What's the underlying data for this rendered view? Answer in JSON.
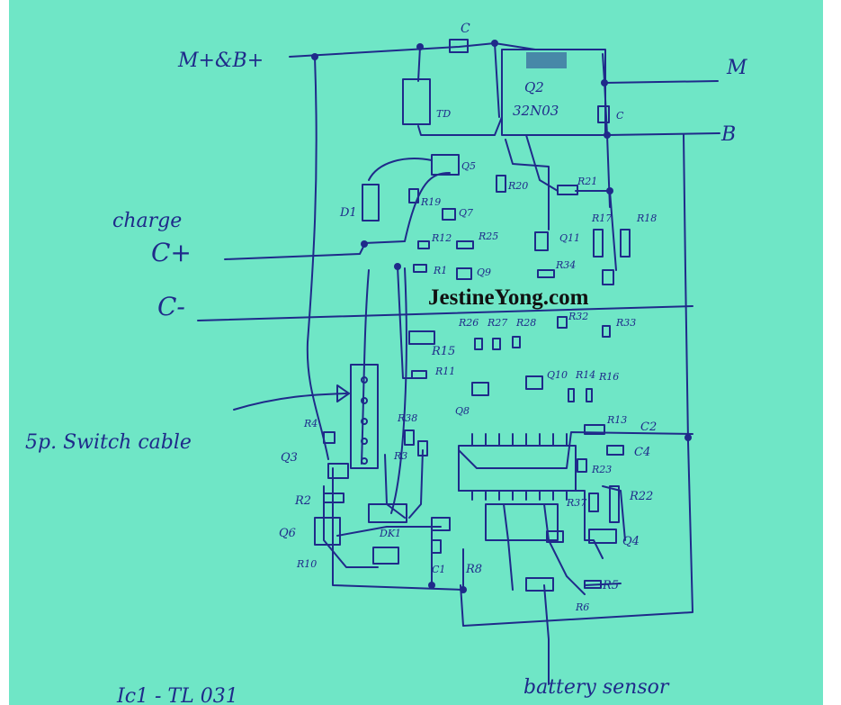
{
  "watermark": "JestineYong.com",
  "terminals": {
    "motor_battery_plus": "M+&B+",
    "m_out": "M",
    "b_out": "B",
    "charge_title": "charge",
    "charge_plus": "C+",
    "charge_minus": "C-",
    "switch_cable": "5p. Switch cable",
    "battery_sensor": "battery sensor",
    "bottom_note": "Ic1 - TL 031"
  },
  "components": {
    "C_top": "C",
    "Q2": "Q2",
    "Q2_part": "32N03",
    "C_right": "C",
    "TD": "TD",
    "D1": "D1",
    "Q5": "Q5",
    "R19": "R19",
    "R20": "R20",
    "R21": "R21",
    "Q7": "Q7",
    "R17": "R17",
    "R18": "R18",
    "R12": "R12",
    "R25": "R25",
    "Q11": "Q11",
    "R1": "R1",
    "Q9": "Q9",
    "R34": "R34",
    "R26": "R26",
    "R27": "R27",
    "R28": "R28",
    "R32": "R32",
    "R33": "R33",
    "R15": "R15",
    "R11": "R11",
    "Q10": "Q10",
    "R14": "R14",
    "R16": "R16",
    "Q8": "Q8",
    "R4": "R4",
    "Q3": "Q3",
    "R38": "R38",
    "R3": "R3",
    "R13": "R13",
    "C2": "C2",
    "C4": "C4",
    "R23": "R23",
    "R2": "R2",
    "R37": "R37",
    "R22": "R22",
    "Q6": "Q6",
    "DK1": "DK1",
    "R10": "R10",
    "R8": "R8",
    "C1": "C1",
    "Q4": "Q4",
    "R5": "R5",
    "R6": "R6"
  },
  "colors": {
    "paper": "#6fe6c6",
    "ink": "#1f2a8a",
    "watermark": "#111111"
  }
}
